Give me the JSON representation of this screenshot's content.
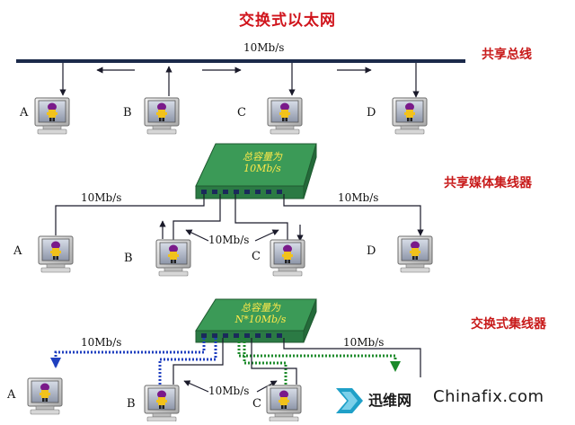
{
  "title": "交换式以太网",
  "sections": {
    "bus": {
      "label": "共享总线",
      "speed": "10Mb/s"
    },
    "shared_hub": {
      "label": "共享媒体集线器",
      "hub_line1": "总容量为",
      "hub_line2": "10Mb/s",
      "speed_left": "10Mb/s",
      "speed_right": "10Mb/s",
      "speed_center": "10Mb/s"
    },
    "switch": {
      "label": "交换式集线器",
      "hub_line1": "总容量为",
      "hub_line2": "N*10Mb/s",
      "speed_left": "10Mb/s",
      "speed_right": "10Mb/s",
      "speed_center": "10Mb/s"
    }
  },
  "nodes": [
    "A",
    "B",
    "C",
    "D"
  ],
  "watermark": {
    "cn": "迅维网",
    "en": "Chinafix.com"
  },
  "colors": {
    "title": "#d0141c",
    "hub": "#3b9a57",
    "bus": "#1b2a4a",
    "switch_left": "#1f3fbf",
    "switch_right": "#1b8a2a"
  }
}
